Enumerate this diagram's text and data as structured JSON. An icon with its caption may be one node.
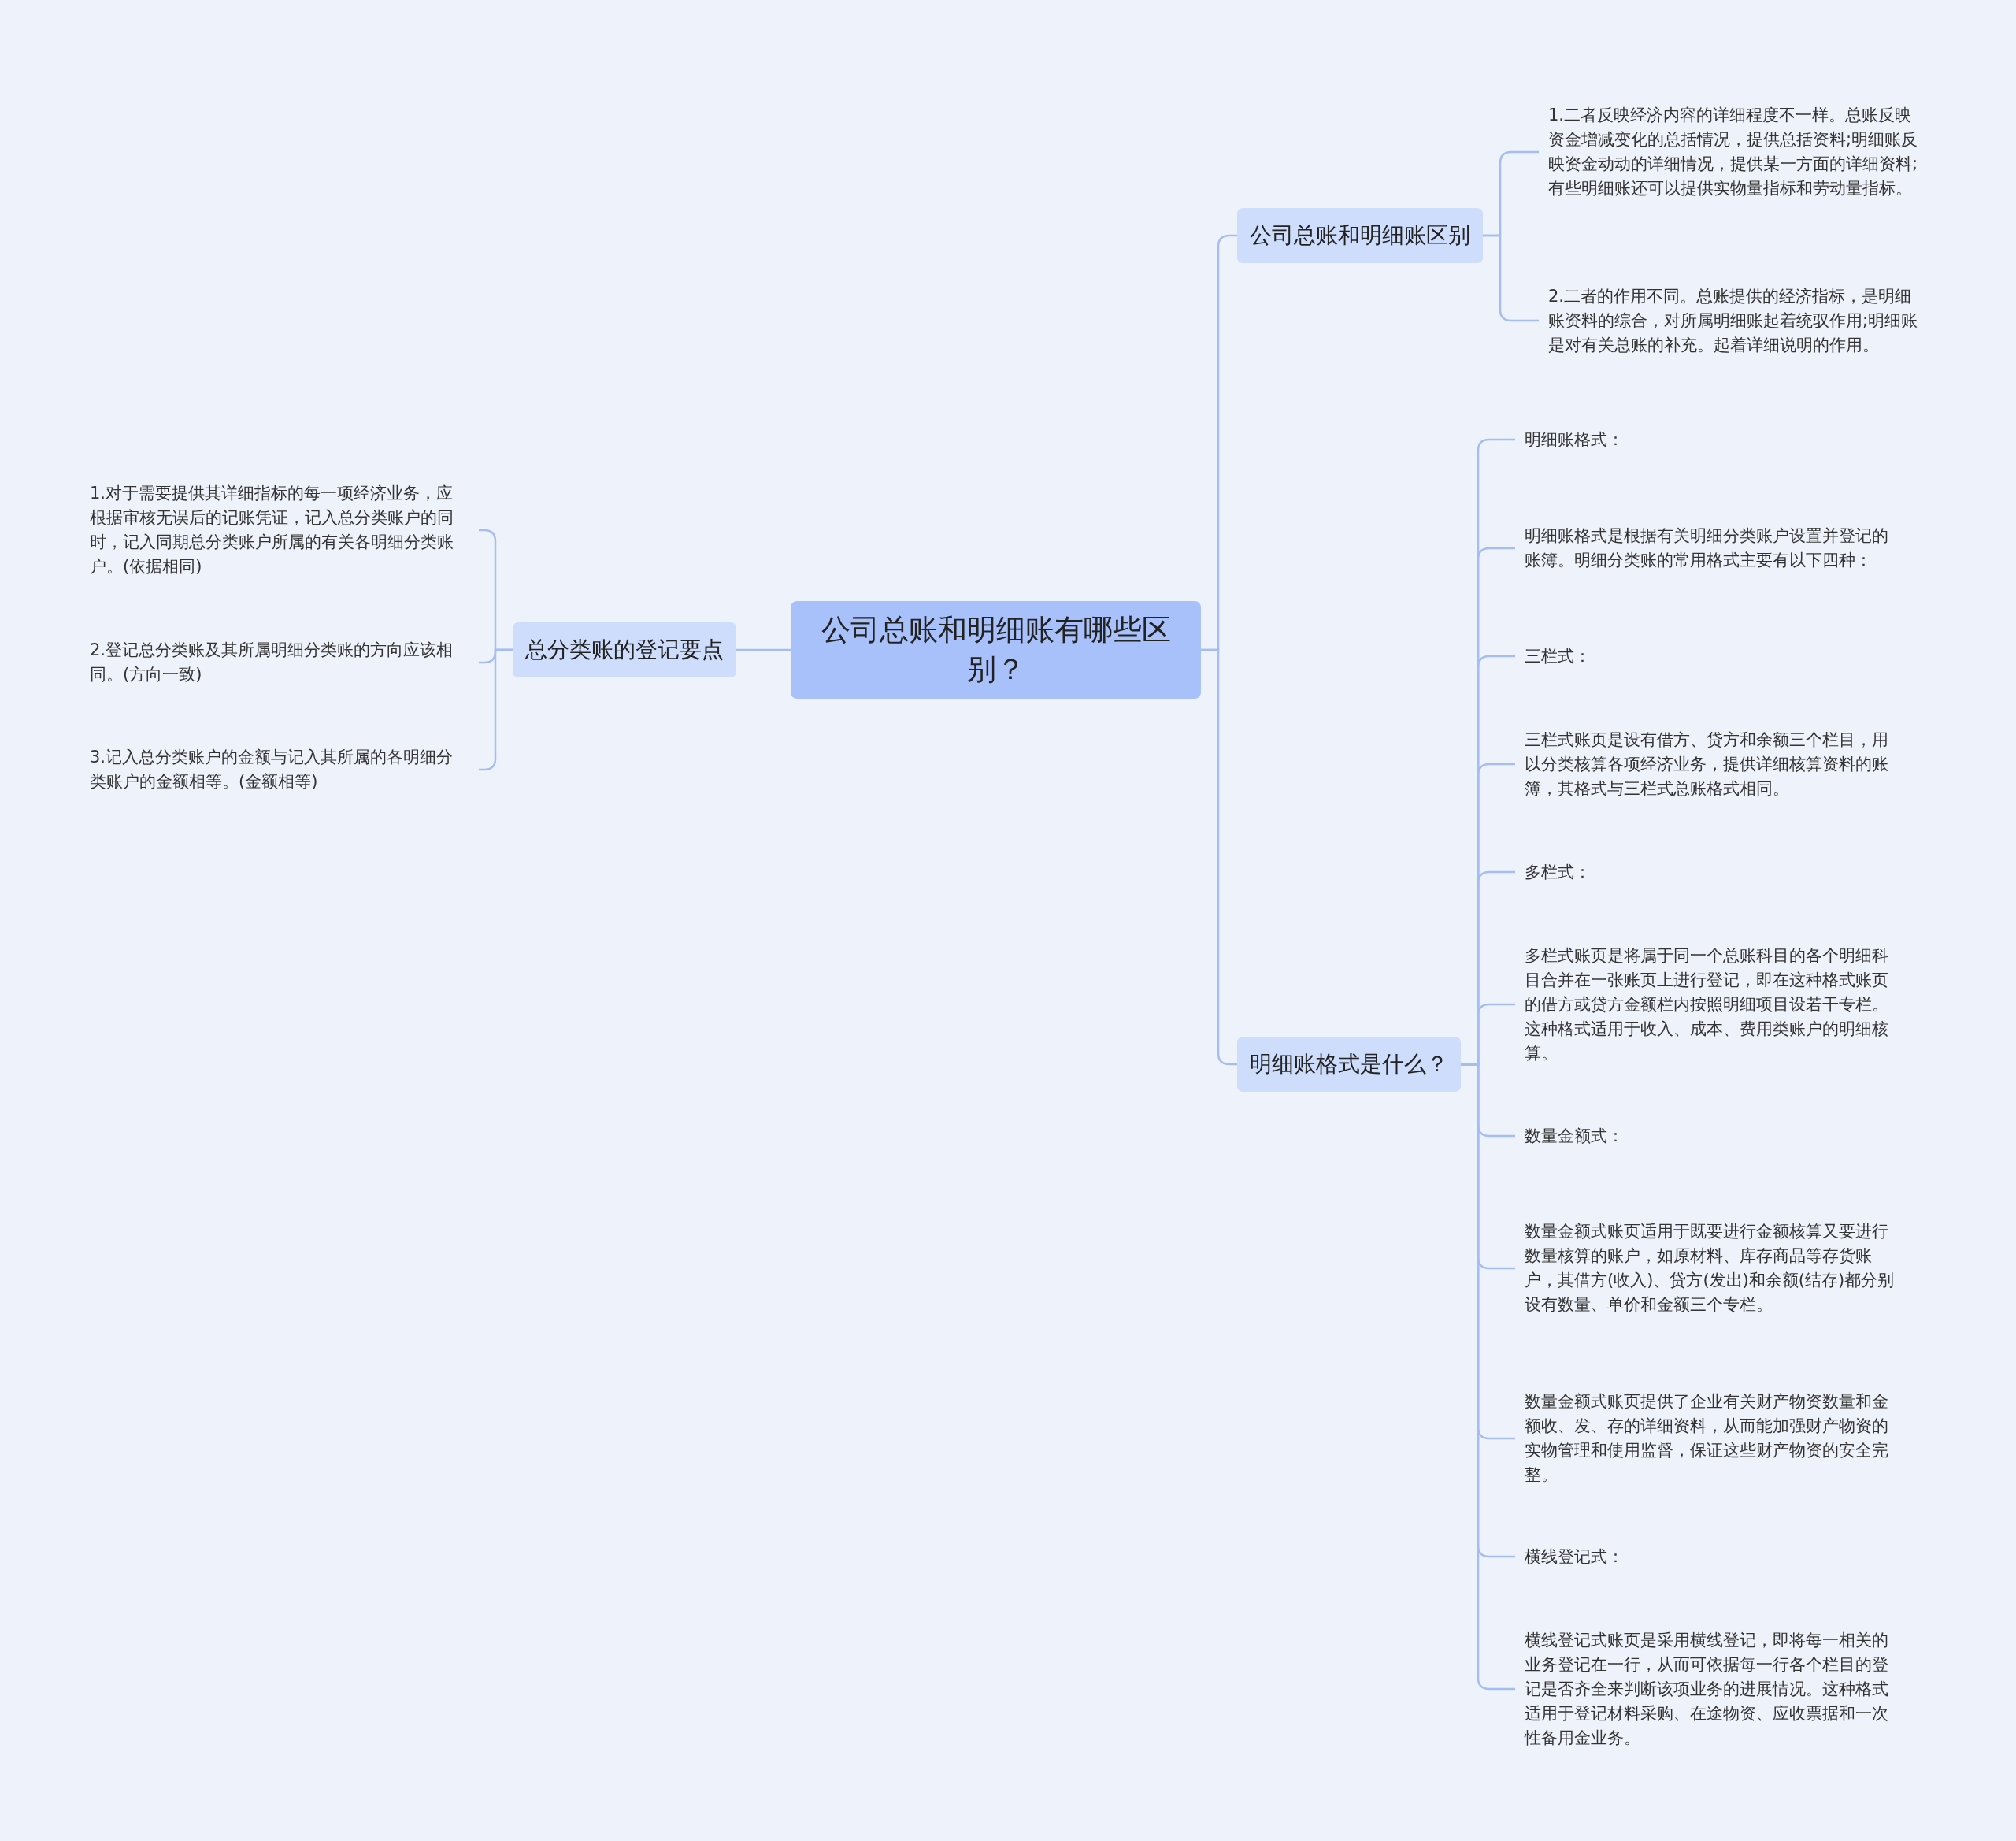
{
  "diagram": {
    "nodes": [
      {
        "text": [
          "公司总账和明细账有哪些区别？"
        ]
      },
      {
        "text": [
          "总分类账的登记要点"
        ]
      },
      {
        "text": [
          "1.对于需要提供其详细指标的每一项经济业务，应根据审核无误后的记账凭证，记入总分类账户的同时，记入同期总分类账户所属的有关各明细分类账户。(依据相同)"
        ]
      },
      {
        "text": [
          "2.登记总分类账及其所属明细分类账的方向应该相同。(方向一致)"
        ]
      },
      {
        "text": [
          "3.记入总分类账户的金额与记入其所属的各明细分类账户的金额相等。(金额相等)"
        ]
      },
      {
        "text": [
          "公司总账和明细账区别"
        ]
      },
      {
        "text": [
          "1.二者反映经济内容的详细程度不一样。总账反映资金增减变化的总括情况，提供总括资料;明细账反映资金动动的详细情况，提供某一方面的详细资料;有些明细账还可以提供实物量指标和劳动量指标。"
        ]
      },
      {
        "text": [
          "2.二者的作用不同。总账提供的经济指标，是明细账资料的综合，对所属明细账起着统驭作用;明细账是对有关总账的补充。起着详细说明的作用。"
        ]
      },
      {
        "text": [
          "明细账格式是什么？"
        ]
      },
      {
        "text": [
          "明细账格式："
        ]
      },
      {
        "text": [
          "明细账格式是根据有关明细分类账户设置并登记的账簿。明细分类账的常用格式主要有以下四种："
        ]
      },
      {
        "text": [
          "三栏式："
        ]
      },
      {
        "text": [
          "三栏式账页是设有借方、贷方和余额三个栏目，用以分类核算各项经济业务，提供详细核算资料的账簿，其格式与三栏式总账格式相同。"
        ]
      },
      {
        "text": [
          "多栏式："
        ]
      },
      {
        "text": [
          "多栏式账页是将属于同一个总账科目的各个明细科目合并在一张账页上进行登记，即在这种格式账页的借方或贷方金额栏内按照明细项目设若干专栏。这种格式适用于收入、成本、费用类账户的明细核算。"
        ]
      },
      {
        "text": [
          "数量金额式："
        ]
      },
      {
        "text": [
          "数量金额式账页适用于既要进行金额核算又要进行数量核算的账户，如原材料、库存商品等存货账户，其借方(收入)、贷方(发出)和余额(结存)都分别设有数量、单价和金额三个专栏。"
        ]
      },
      {
        "text": [
          "数量金额式账页提供了企业有关财产物资数量和金额收、发、存的详细资料，从而能加强财产物资的实物管理和使用监督，保证这些财产物资的安全完整。"
        ]
      },
      {
        "text": [
          "横线登记式："
        ]
      },
      {
        "text": [
          "横线登记式账页是采用横线登记，即将每一相关的业务登记在一行，从而可依据每一行各个栏目的登记是否齐全来判断该项业务的进展情况。这种格式适用于登记材料采购、在途物资、应收票据和一次性备用金业务。"
        ]
      }
    ],
    "edges": [
      {
        "from": 0,
        "to": 1,
        "arrow": "none"
      },
      {
        "from": 0,
        "to": 5,
        "arrow": "none"
      },
      {
        "from": 0,
        "to": 8,
        "arrow": "none"
      },
      {
        "from": 1,
        "to": 2,
        "arrow": "none"
      },
      {
        "from": 1,
        "to": 3,
        "arrow": "none"
      },
      {
        "from": 1,
        "to": 4,
        "arrow": "none"
      },
      {
        "from": 5,
        "to": 6,
        "arrow": "none"
      },
      {
        "from": 5,
        "to": 7,
        "arrow": "none"
      },
      {
        "from": 8,
        "to": 9,
        "arrow": "none"
      },
      {
        "from": 8,
        "to": 10,
        "arrow": "none"
      },
      {
        "from": 8,
        "to": 11,
        "arrow": "none"
      },
      {
        "from": 8,
        "to": 12,
        "arrow": "none"
      },
      {
        "from": 8,
        "to": 13,
        "arrow": "none"
      },
      {
        "from": 8,
        "to": 14,
        "arrow": "none"
      },
      {
        "from": 8,
        "to": 15,
        "arrow": "none"
      },
      {
        "from": 8,
        "to": 16,
        "arrow": "none"
      },
      {
        "from": 8,
        "to": 17,
        "arrow": "none"
      },
      {
        "from": 8,
        "to": 18,
        "arrow": "none"
      },
      {
        "from": 8,
        "to": 19,
        "arrow": "none"
      }
    ]
  }
}
